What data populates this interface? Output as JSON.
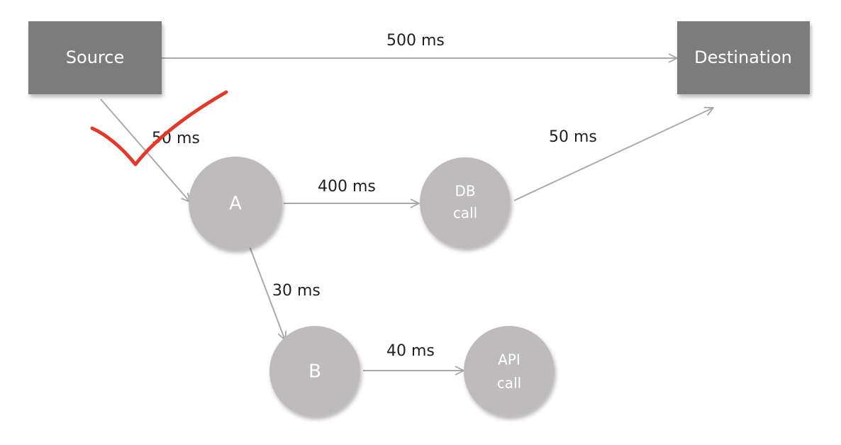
{
  "nodes": {
    "source": {
      "label": "Source"
    },
    "destination": {
      "label": "Destination"
    },
    "a": {
      "label": "A"
    },
    "db": {
      "line1": "DB",
      "line2": "call"
    },
    "b": {
      "label": "B"
    },
    "api": {
      "line1": "API",
      "line2": "call"
    }
  },
  "edges": {
    "source_destination": "500 ms",
    "source_a": "50 ms",
    "a_db": "400 ms",
    "db_destination": "50 ms",
    "a_b": "30 ms",
    "b_api": "40 ms"
  },
  "colors": {
    "box": "#7b7b7b",
    "circle": "#bdbbbb",
    "edge": "#aaaaaa",
    "annotation": "#e03a2a"
  },
  "annotation": {
    "icon": "checkmark-icon"
  }
}
